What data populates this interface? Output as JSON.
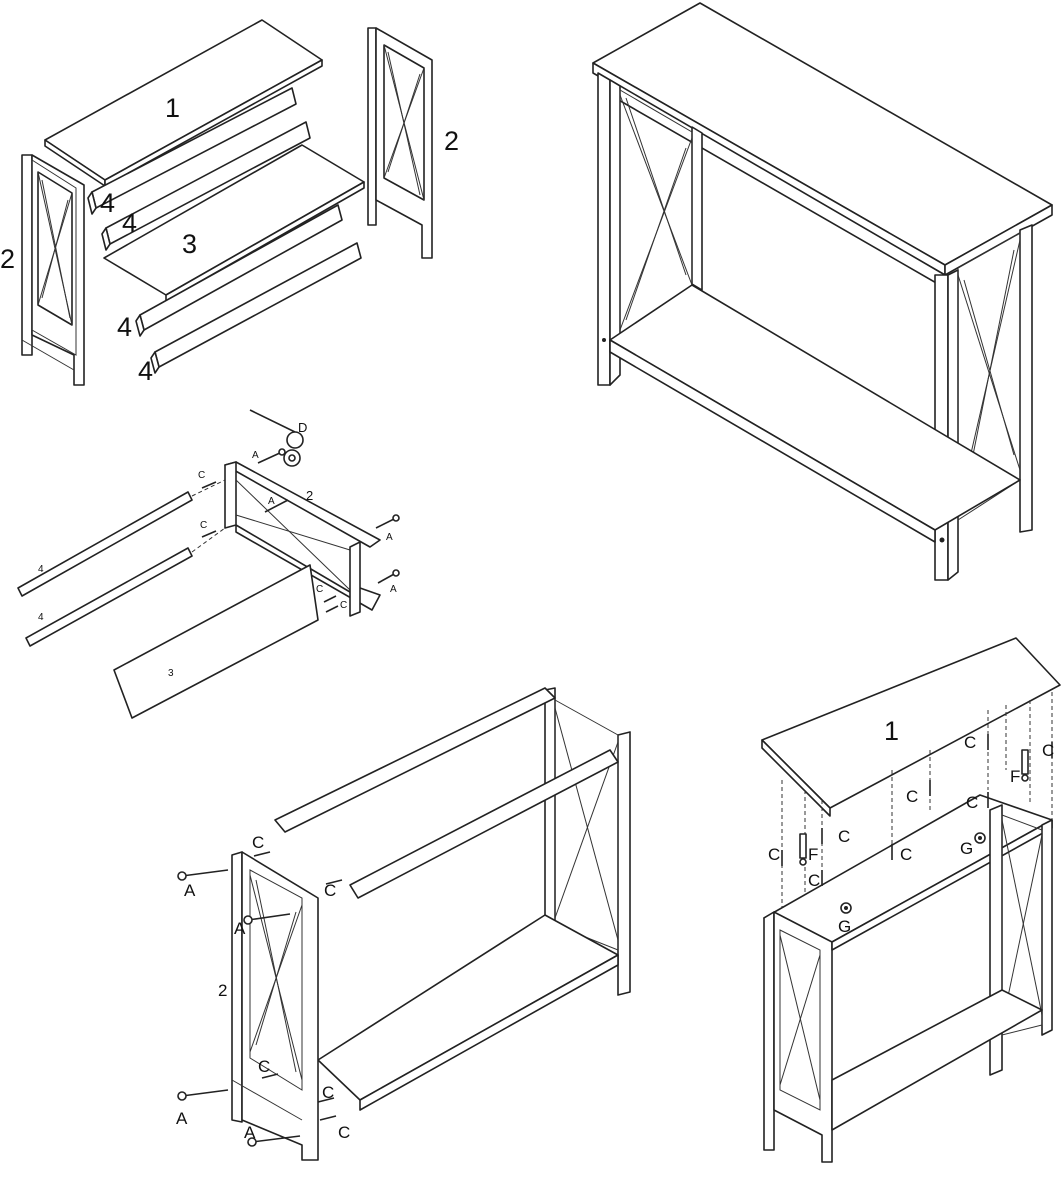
{
  "step1": {
    "labels": {
      "top": "1",
      "side_left": "2",
      "side_right": "2",
      "shelf": "3",
      "rail_a": "4",
      "rail_b": "4",
      "rail_c": "4",
      "rail_d": "4"
    }
  },
  "step2": {
    "labels": {
      "side": "2",
      "rail_a": "4",
      "rail_b": "4",
      "shelf": "3",
      "screw": "A",
      "dowel": "C",
      "cam": "D"
    }
  },
  "step3": {
    "labels": {
      "side": "2",
      "screw": "A",
      "dowel": "C"
    }
  },
  "step4": {
    "labels": {
      "top": "1",
      "dowel": "C",
      "cam_bolt": "F",
      "cam_lock": "G"
    }
  },
  "icons": [
    "screw-icon",
    "dowel-icon",
    "cam-lock-icon",
    "cam-bolt-icon"
  ],
  "colors": {
    "line": "#222222",
    "background": "#ffffff"
  }
}
